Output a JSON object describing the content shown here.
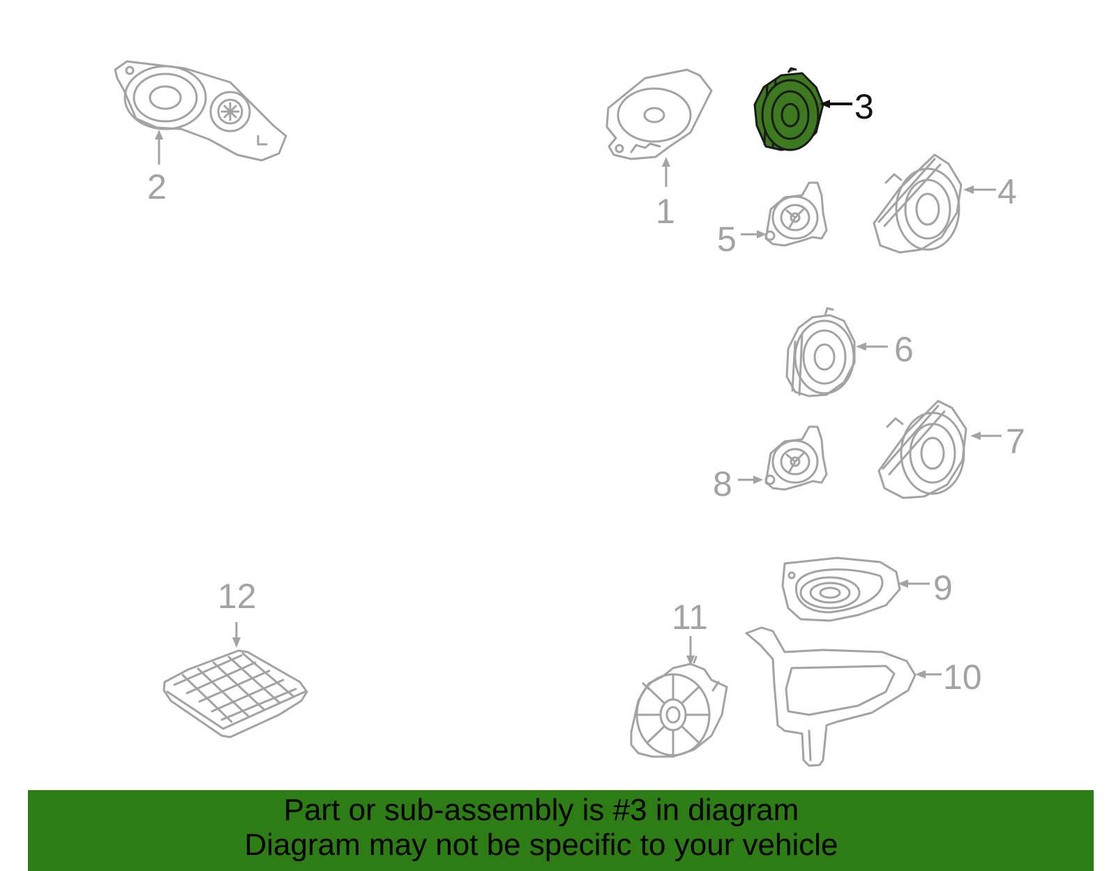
{
  "callouts": {
    "p1": "1",
    "p2": "2",
    "p3": "3",
    "p4": "4",
    "p5": "5",
    "p6": "6",
    "p7": "7",
    "p8": "8",
    "p9": "9",
    "p10": "10",
    "p11": "11",
    "p12": "12"
  },
  "highlighted_part": "3",
  "colors": {
    "highlight": "#3d7a1f",
    "banner": "#2e7d14",
    "line": "#a3a3a3"
  },
  "banner": {
    "line1": "Part or sub-assembly is #3 in diagram",
    "line2": "Diagram may not be specific to your vehicle"
  }
}
